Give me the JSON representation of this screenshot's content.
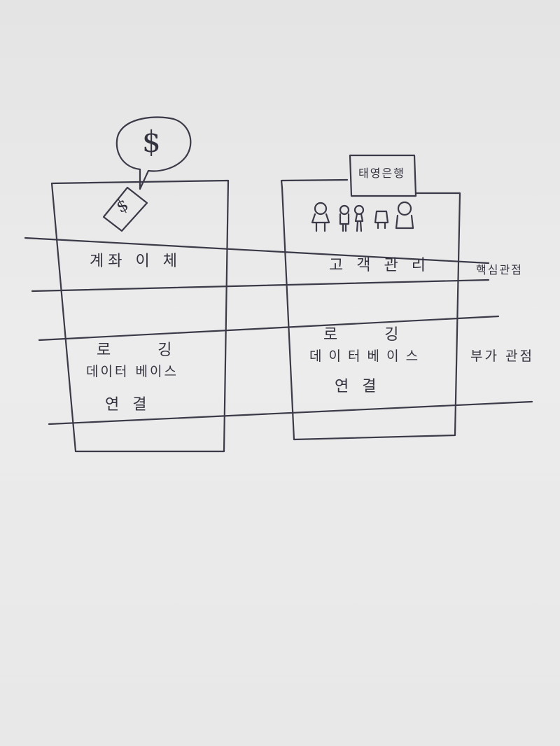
{
  "left_panel": {
    "core_label": "계좌 이 체",
    "logging_label": "로  깅",
    "db_label": "데이터 베이스",
    "connect_label": "연 결",
    "bubble_symbol": "$",
    "card_symbol": "$"
  },
  "right_panel": {
    "sign_label": "태영은행",
    "core_label": "고 객 관 리",
    "logging_label": "로  깅",
    "db_label": "데 이 터  베 이 스",
    "connect_label": "연  결"
  },
  "side_labels": {
    "core": "핵심관점",
    "additional": "부가 관점"
  },
  "icons": [
    "money-bubble-icon",
    "money-card-icon",
    "bank-sign-icon",
    "customer-people-icon"
  ]
}
